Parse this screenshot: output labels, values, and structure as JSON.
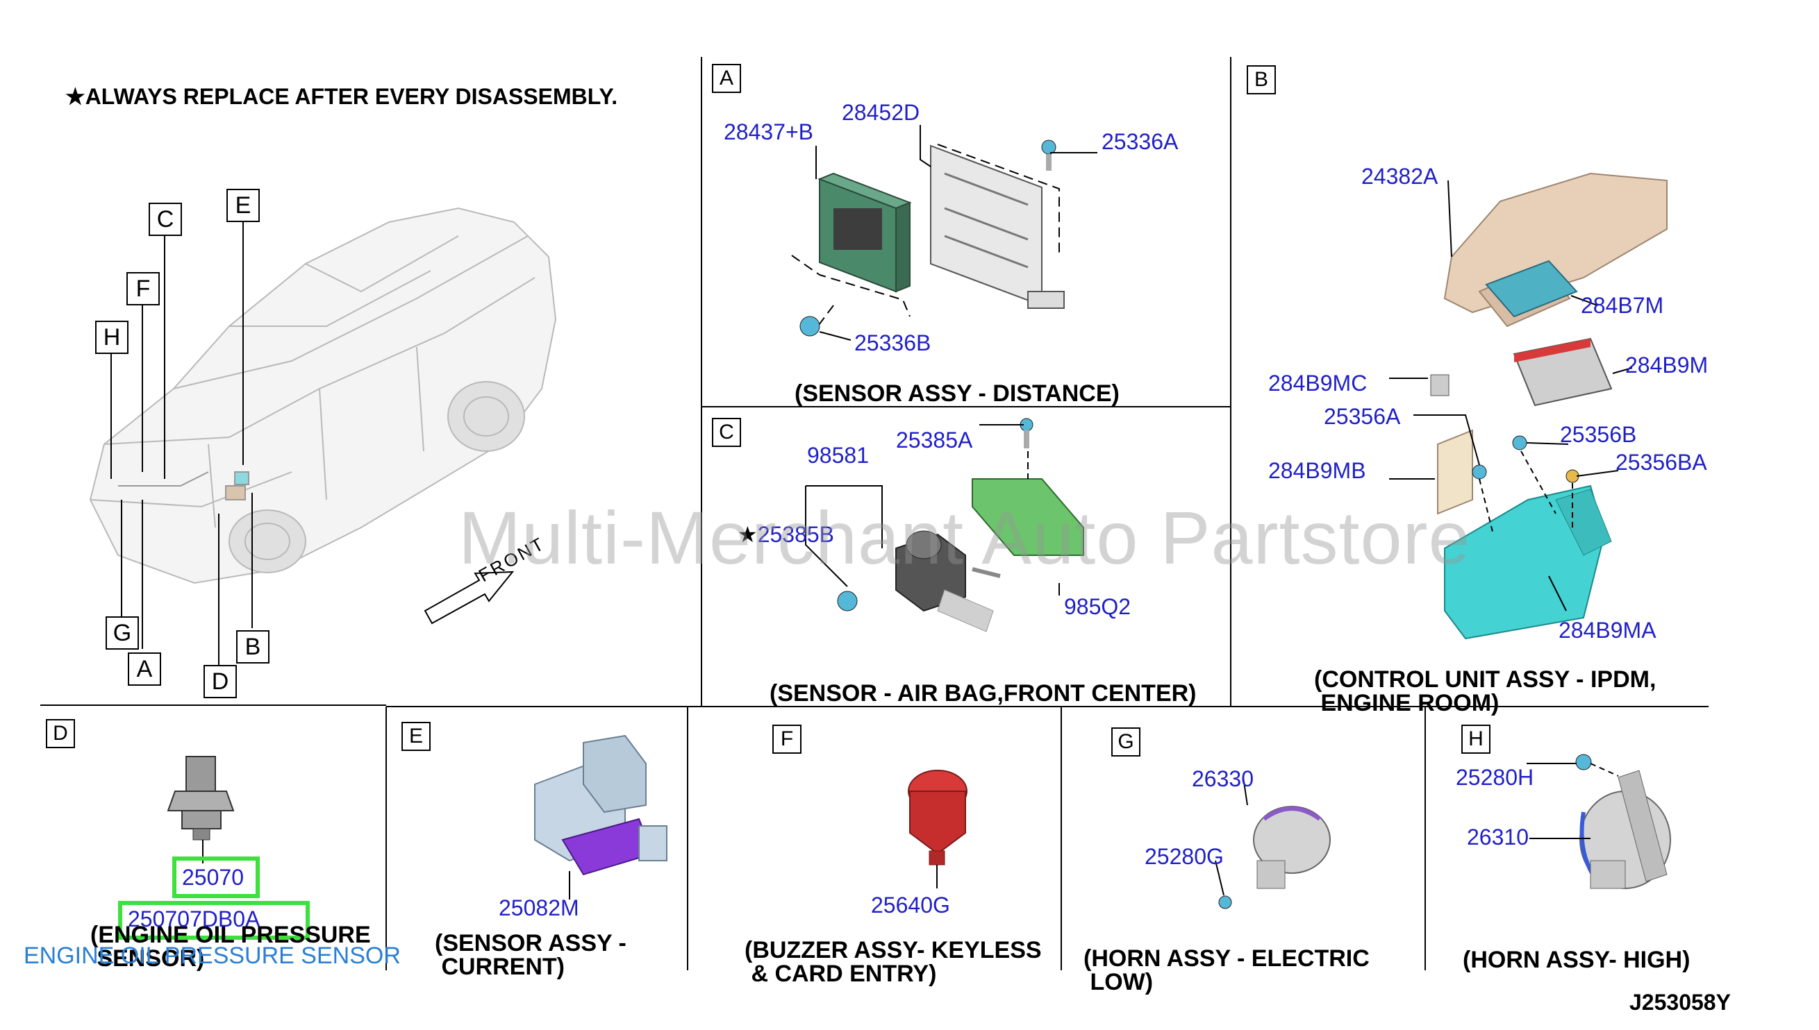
{
  "header": {
    "star": "★",
    "note": "ALWAYS REPLACE AFTER EVERY DISASSEMBLY."
  },
  "overview": {
    "callouts": [
      "A",
      "B",
      "C",
      "D",
      "E",
      "F",
      "G",
      "H"
    ],
    "front_label": "FRONT"
  },
  "panels": {
    "A": {
      "letter": "A",
      "caption": "(SENSOR ASSY - DISTANCE)",
      "parts": [
        "28437+B",
        "28452D",
        "25336A",
        "25336B"
      ]
    },
    "B": {
      "letter": "B",
      "caption": "(CONTROL UNIT ASSY - IPDM,\n ENGINE ROOM)",
      "parts": [
        "24382A",
        "284B7M",
        "284B9M",
        "284B9MC",
        "25356A",
        "25356B",
        "25356BA",
        "284B9MB",
        "284B9MA"
      ]
    },
    "C": {
      "letter": "C",
      "caption": "(SENSOR - AIR BAG,FRONT CENTER)",
      "parts": [
        "98581",
        "25385A",
        "25385B",
        "985Q2"
      ],
      "star": "★"
    },
    "D": {
      "letter": "D",
      "caption": "(ENGINE OIL PRESSURE\n SENSOR)",
      "parts": [
        "25070",
        "250707DB0A"
      ],
      "annotation": "ENGINE OIL PRESSURE SENSOR"
    },
    "E": {
      "letter": "E",
      "caption": "(SENSOR ASSY -\n CURRENT)",
      "parts": [
        "25082M"
      ]
    },
    "F": {
      "letter": "F",
      "caption": "(BUZZER ASSY- KEYLESS\n & CARD ENTRY)",
      "parts": [
        "25640G"
      ]
    },
    "G": {
      "letter": "G",
      "caption": "(HORN ASSY - ELECTRIC\n LOW)",
      "parts": [
        "26330",
        "25280G"
      ]
    },
    "H": {
      "letter": "H",
      "caption": "(HORN ASSY- HIGH)",
      "parts": [
        "25280H",
        "26310"
      ]
    }
  },
  "watermark": "Multi-Merchant Auto Partstore",
  "diagram_code": "J253058Y",
  "colors": {
    "part_number": "#1f1fc8",
    "highlight": "#3ee03e",
    "annotation": "#2a7fd4",
    "ecu_green": "#4a8a6a",
    "bracket_green": "#6cc46c",
    "ipdm_cover": "#e8cfb8",
    "ipdm_fuse": "#4fb2c4",
    "ipdm_base": "#45d2d2",
    "buzzer_red": "#d83a3a",
    "current_sensor": "#8a3ad8"
  }
}
